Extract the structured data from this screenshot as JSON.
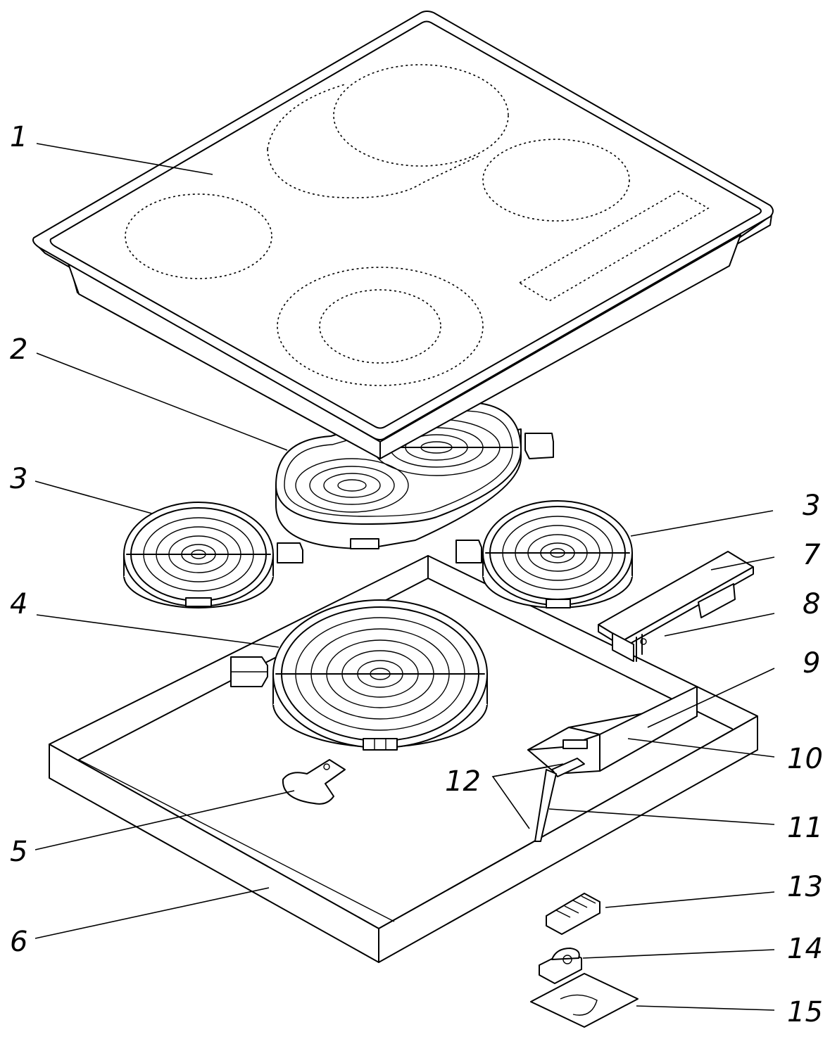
{
  "callouts": {
    "c1": "1",
    "c2": "2",
    "c3_left": "3",
    "c3_right": "3",
    "c4": "4",
    "c5": "5",
    "c6": "6",
    "c7": "7",
    "c8": "8",
    "c9": "9",
    "c10": "10",
    "c11": "11",
    "c12": "12",
    "c13": "13",
    "c14": "14",
    "c15": "15"
  }
}
